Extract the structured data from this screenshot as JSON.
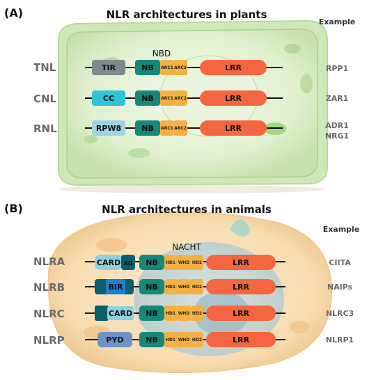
{
  "panels": [
    {
      "id": "A",
      "label": "(A)",
      "title": "NLR  architectures in plants",
      "example_header": "Example",
      "motif_label": "NBD",
      "rows": [
        {
          "name": "TNL",
          "n_domain": "TIR",
          "n_color": "#7f8a8c",
          "nb": "NB",
          "sub1": "ARC1",
          "sub2": "ARC2",
          "lrr": "LRR",
          "example": "RPP1"
        },
        {
          "name": "CNL",
          "n_domain": "CC",
          "n_color": "#2fc4d6",
          "nb": "NB",
          "sub1": "ARC1",
          "sub2": "ARC2",
          "lrr": "LRR",
          "example": "ZAR1"
        },
        {
          "name": "RNL",
          "n_domain": "RPW8",
          "n_color": "#9fd3e4",
          "nb": "NB",
          "sub1": "ARC1",
          "sub2": "ARC2",
          "lrr": "LRR",
          "example": "ADR1",
          "example2": "NRG1"
        }
      ]
    },
    {
      "id": "B",
      "label": "(B)",
      "title": "NLR  architectures in animals",
      "example_header": "Example",
      "motif_label": "NACHT",
      "rows": [
        {
          "name": "NLRA",
          "n_domain": "CARD",
          "extra": "AD",
          "nb": "NB",
          "sub1": "HD1",
          "sub2": "WHD",
          "sub3": "HD2",
          "lrr": "LRR",
          "example": "CIITA"
        },
        {
          "name": "NLRB",
          "n_domain": "BIR",
          "nb": "NB",
          "sub1": "HD1",
          "sub2": "WHD",
          "sub3": "HD2",
          "lrr": "LRR",
          "example": "NAIPs"
        },
        {
          "name": "NLRC",
          "n_domain": "CARD",
          "nb": "NB",
          "sub1": "HD1",
          "sub2": "WHD",
          "sub3": "HD2",
          "lrr": "LRR",
          "example": "NLRC3"
        },
        {
          "name": "NLRP",
          "n_domain": "PYD",
          "nb": "NB",
          "sub1": "HD1",
          "sub2": "WHD",
          "sub3": "HD2",
          "lrr": "LRR",
          "example": "NLRP1"
        }
      ]
    }
  ],
  "colors": {
    "nb": "#14897a",
    "sub": "#f4b042",
    "lrr": "#f4663f",
    "card": "#8fd0e0",
    "ad": "#0b5f6c",
    "bir": "#1e7fd0",
    "bir_dark": "#0b5f6c",
    "pyd": "#6e93c6",
    "plant_cell": "#c9e6b1",
    "animal_cell": "#f6d6a4"
  }
}
